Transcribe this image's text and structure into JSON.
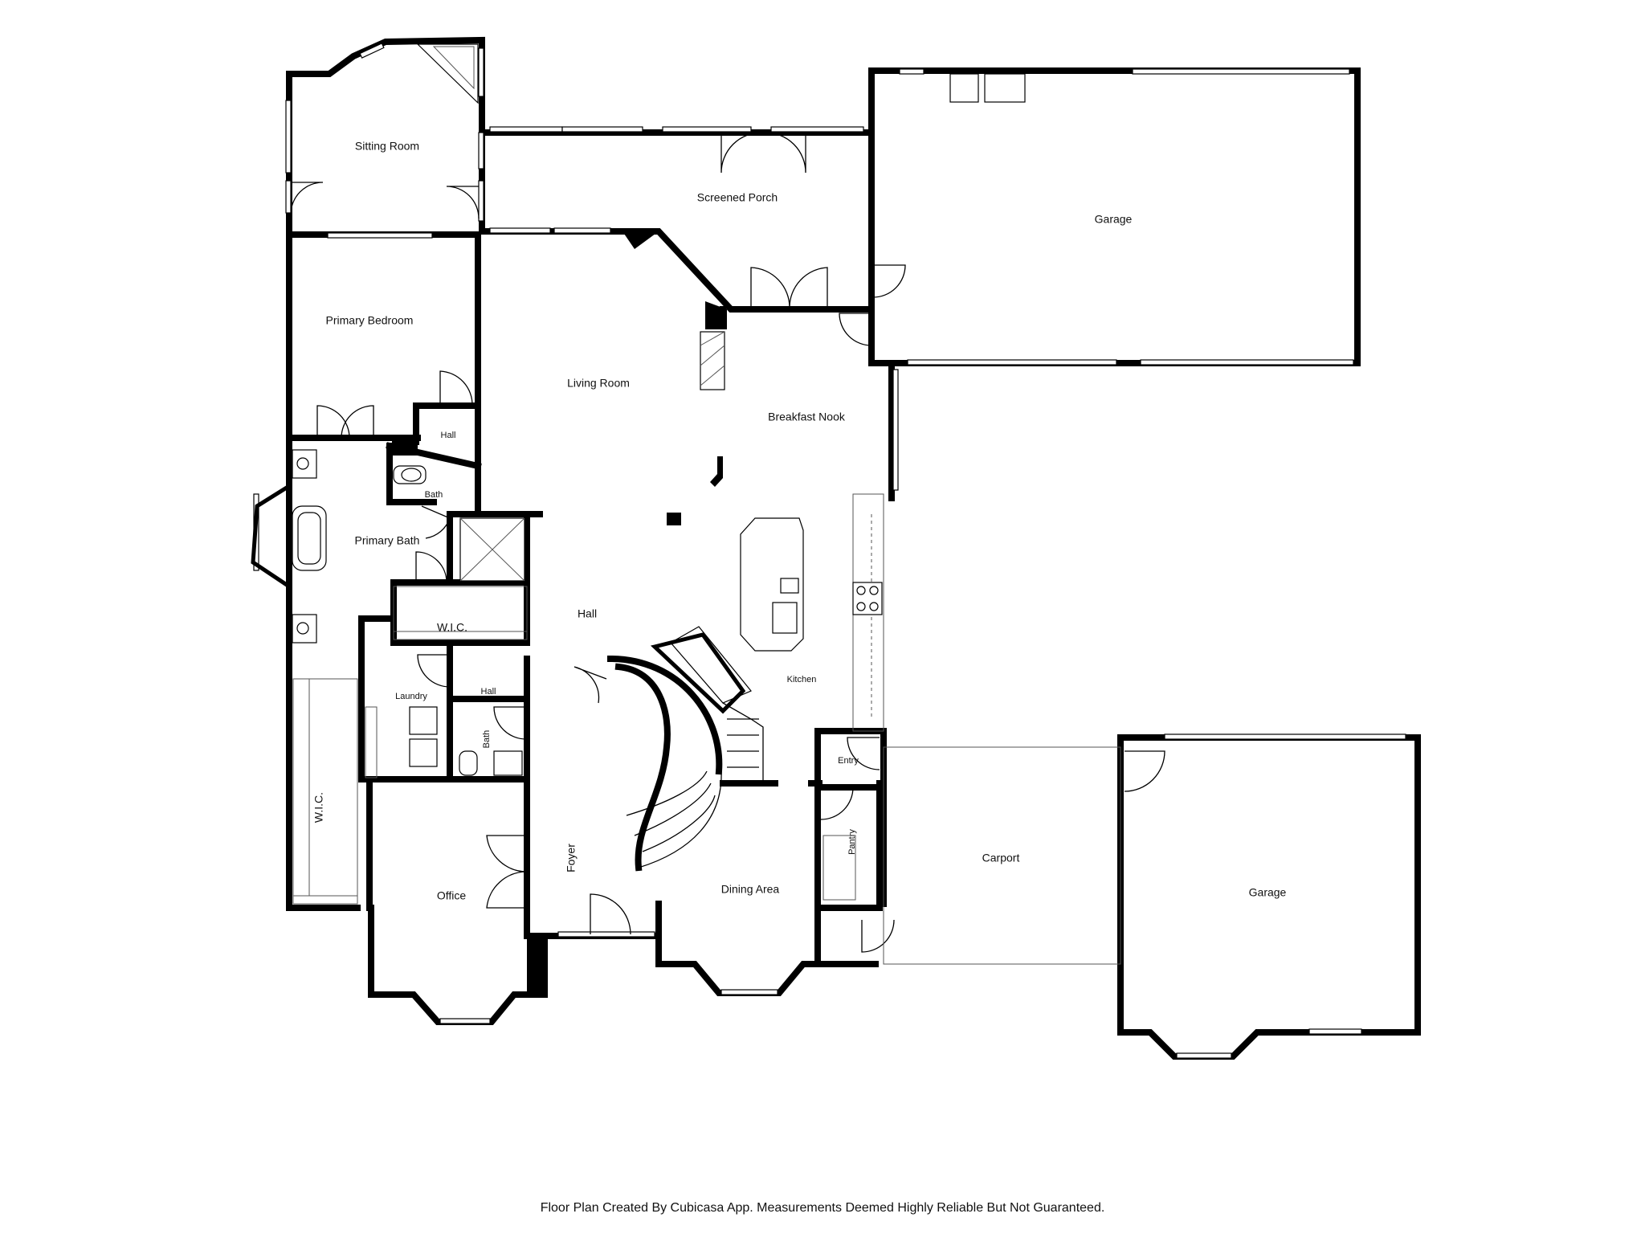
{
  "rooms": {
    "sitting_room": "Sitting Room",
    "screened_porch": "Screened Porch",
    "garage_top": "Garage",
    "primary_bedroom": "Primary Bedroom",
    "living_room": "Living Room",
    "breakfast_nook": "Breakfast Nook",
    "hall_small": "Hall",
    "bath_upper": "Bath",
    "primary_bath": "Primary Bath",
    "hall_main": "Hall",
    "wic_upper": "W.I.C.",
    "kitchen": "Kitchen",
    "laundry": "Laundry",
    "hall_lower": "Hall",
    "bath_lower": "Bath",
    "entry": "Entry",
    "wic_lower": "W.I.C.",
    "pantry": "Pantry",
    "foyer": "Foyer",
    "carport": "Carport",
    "garage_bottom": "Garage",
    "office": "Office",
    "dining_area": "Dining Area"
  },
  "footer": "Floor Plan Created By Cubicasa App. Measurements Deemed Highly Reliable But Not Guaranteed."
}
